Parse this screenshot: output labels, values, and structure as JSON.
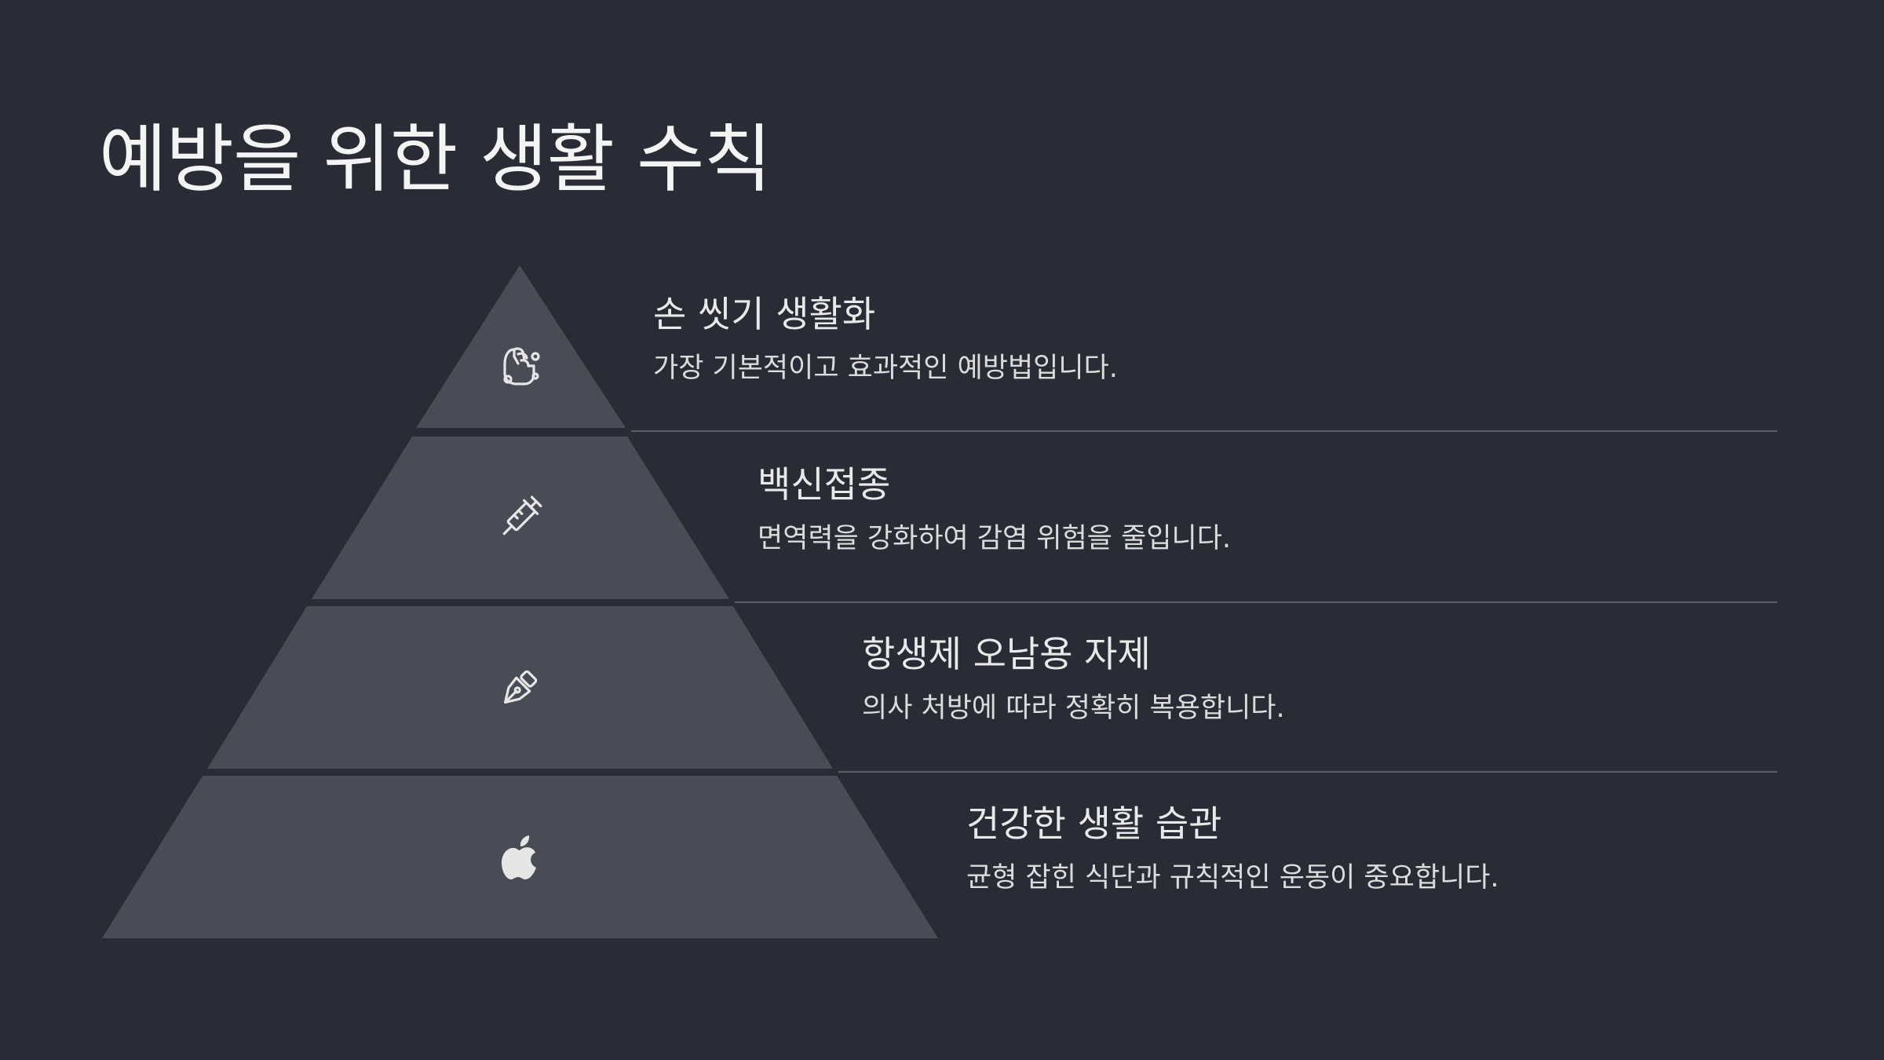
{
  "title": "예방을 위한 생활 수칙",
  "colors": {
    "background": "#292c34",
    "pyramid_fill": "#494c54",
    "divider": "#5a5e67",
    "icon": "#e6e6e6"
  },
  "levels": [
    {
      "title": "손 씻기 생활화",
      "description": "가장 기본적이고 효과적인 예방법입니다.",
      "icon": "hand-washing-icon"
    },
    {
      "title": "백신접종",
      "description": "면역력을 강화하여 감염 위험을 줄입니다.",
      "icon": "syringe-icon"
    },
    {
      "title": "항생제 오남용 자제",
      "description": "의사 처방에 따라 정확히 복용합니다.",
      "icon": "pen-nib-icon"
    },
    {
      "title": "건강한 생활 습관",
      "description": "균형 잡힌 식단과 규칙적인 운동이 중요합니다.",
      "icon": "apple-icon"
    }
  ]
}
